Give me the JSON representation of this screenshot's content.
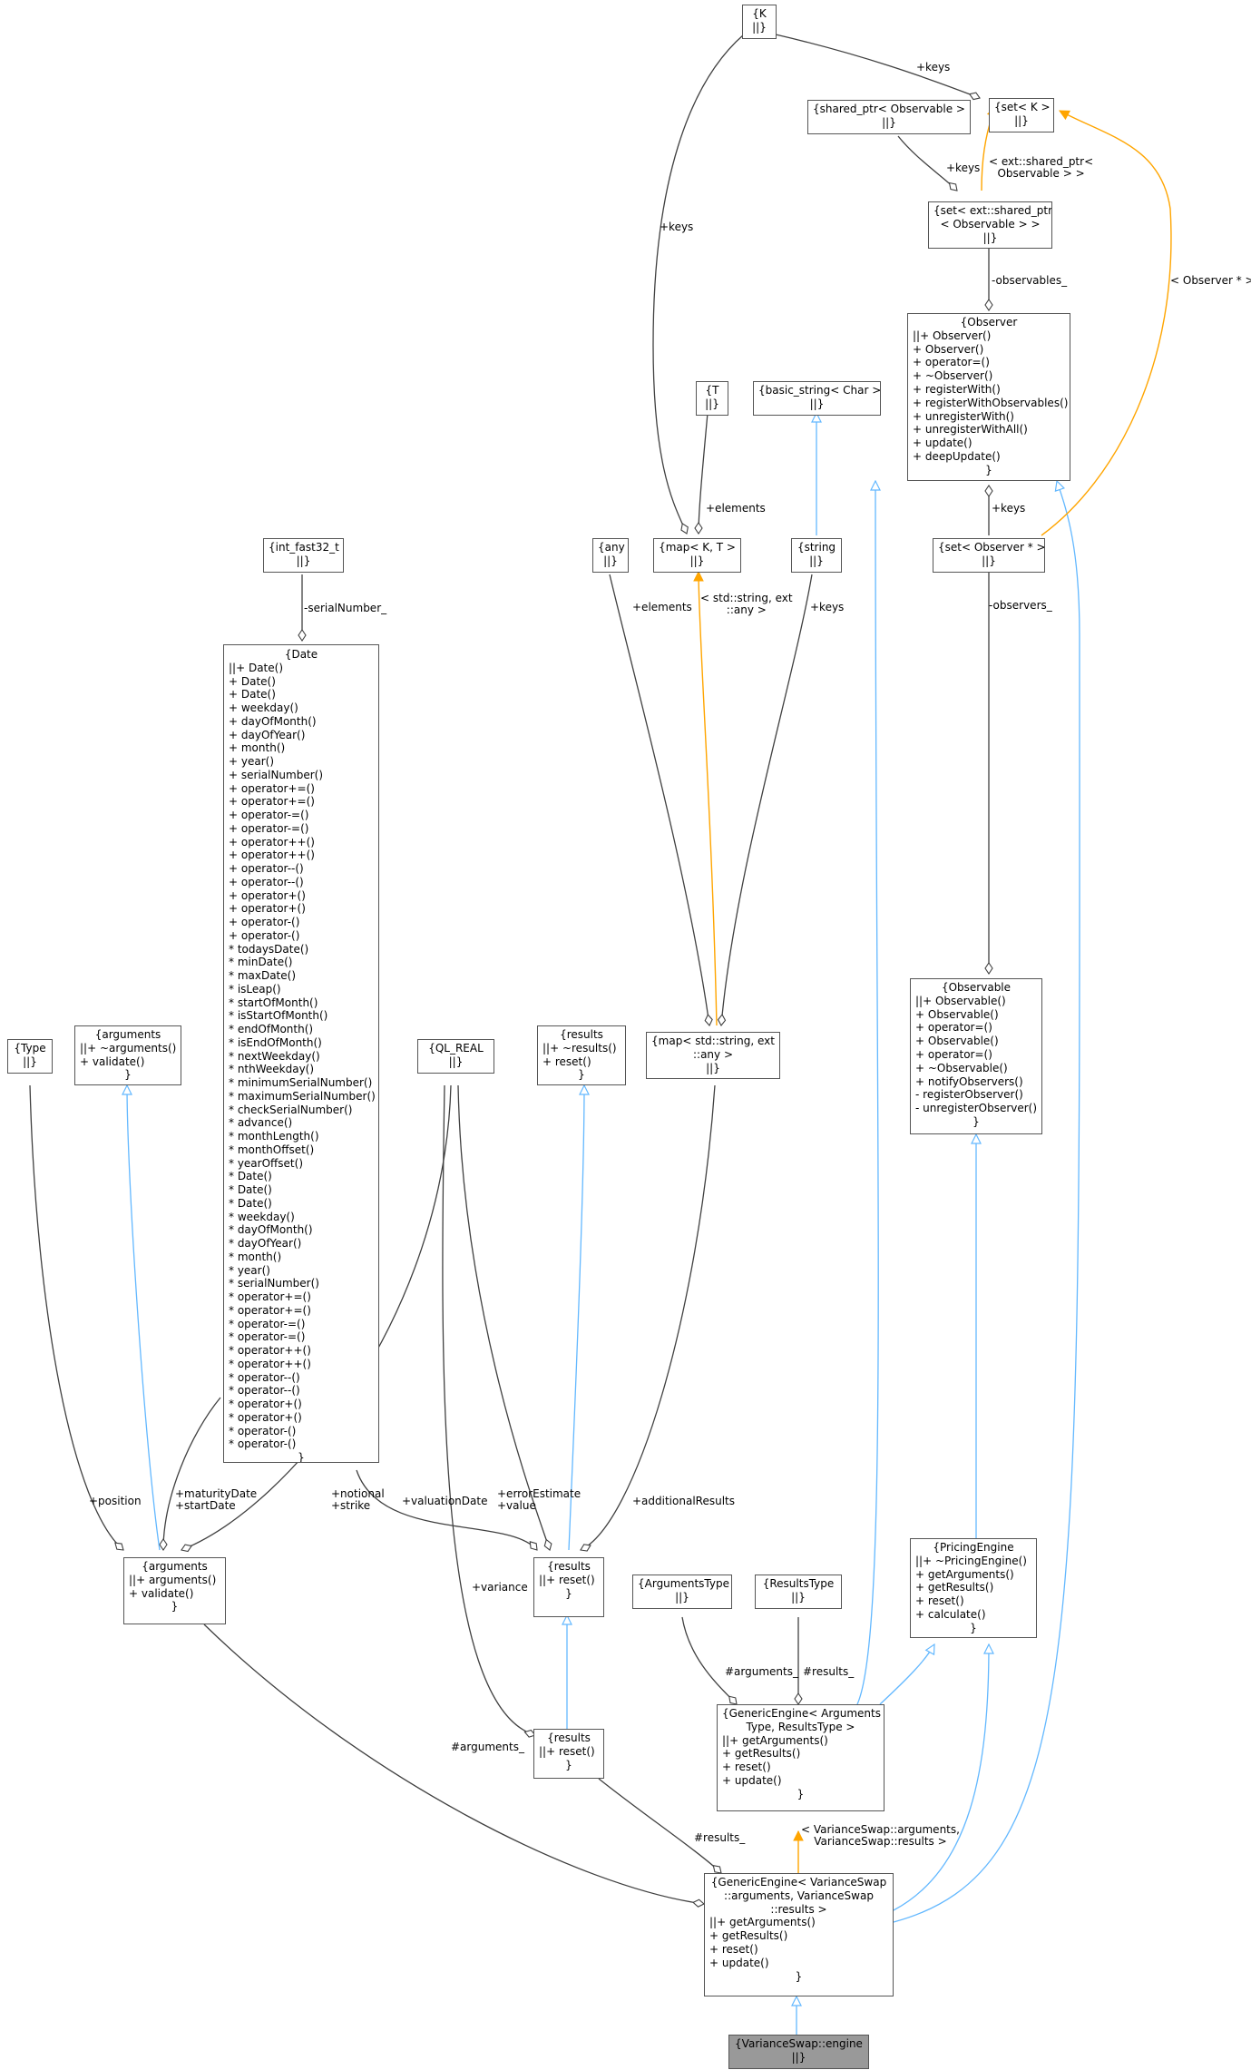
{
  "nodes": {
    "variance_swap_engine": {
      "title": [
        "{VarianceSwap::engine",
        "||}"
      ],
      "members": []
    },
    "generic_engine_vs": {
      "title": [
        "{GenericEngine< VarianceSwap",
        "::arguments, VarianceSwap",
        "::results >"
      ],
      "members": [
        "||+ getArguments()",
        "+ getResults()",
        "+ reset()",
        "+ update()"
      ],
      "end": "}"
    },
    "generic_engine": {
      "title": [
        "{GenericEngine< Arguments",
        "Type, ResultsType >"
      ],
      "members": [
        "||+ getArguments()",
        "+ getResults()",
        "+ reset()",
        "+ update()"
      ],
      "end": "}"
    },
    "arguments_type": {
      "title": [
        "{ArgumentsType",
        "||}"
      ],
      "members": []
    },
    "results_type": {
      "title": [
        "{ResultsType",
        "||}"
      ],
      "members": []
    },
    "pricing_engine": {
      "title": [
        "{PricingEngine"
      ],
      "members": [
        "||+ ~PricingEngine()",
        "+ getArguments()",
        "+ getResults()",
        "+ reset()",
        "+ calculate()"
      ],
      "end": "}"
    },
    "observable": {
      "title": [
        "{Observable"
      ],
      "members": [
        "||+ Observable()",
        "+ Observable()",
        "+ operator=()",
        "+ Observable()",
        "+ operator=()",
        "+ ~Observable()",
        "+ notifyObservers()",
        "- registerObserver()",
        "- unregisterObserver()"
      ],
      "end": "}"
    },
    "observer": {
      "title": [
        "{Observer"
      ],
      "members": [
        "||+ Observer()",
        "+ Observer()",
        "+ operator=()",
        "+ ~Observer()",
        "+ registerWith()",
        "+ registerWithObservables()",
        "+ unregisterWith()",
        "+ unregisterWithAll()",
        "+ update()",
        "+ deepUpdate()"
      ],
      "end": "}"
    },
    "set_observer_ptr": {
      "title": [
        "{set< Observer * >",
        "||}"
      ],
      "members": []
    },
    "set_ext_shared_ptr": {
      "title": [
        "{set< ext::shared_ptr",
        "< Observable > >",
        "||}"
      ],
      "members": []
    },
    "shared_ptr_observable": {
      "title": [
        "{shared_ptr< Observable >",
        "||}"
      ],
      "members": []
    },
    "set_k": {
      "title": [
        "{set< K >",
        "||}"
      ],
      "members": []
    },
    "k": {
      "title": [
        "{K",
        "||}"
      ],
      "members": []
    },
    "t": {
      "title": [
        "{T",
        "||}"
      ],
      "members": []
    },
    "map_k_t": {
      "title": [
        "{map< K, T >",
        "||}"
      ],
      "members": []
    },
    "basic_string": {
      "title": [
        "{basic_string< Char >",
        "||}"
      ],
      "members": []
    },
    "string": {
      "title": [
        "{string",
        "||}"
      ],
      "members": []
    },
    "any": {
      "title": [
        "{any",
        "||}"
      ],
      "members": []
    },
    "map_string_any": {
      "title": [
        "{map< std::string, ext",
        "::any >",
        "||}"
      ],
      "members": []
    },
    "results_base": {
      "title": [
        "{results"
      ],
      "members": [
        "||+ ~results()",
        "+ reset()"
      ],
      "end": "}"
    },
    "results_vs": {
      "title": [
        "{results"
      ],
      "members": [
        "||+ reset()"
      ],
      "end": "}"
    },
    "results_instr": {
      "title": [
        "{results"
      ],
      "members": [
        "||+ reset()"
      ],
      "end": "}"
    },
    "ql_real": {
      "title": [
        "{QL_REAL",
        "||}"
      ],
      "members": []
    },
    "arguments_base": {
      "title": [
        "{arguments"
      ],
      "members": [
        "||+ ~arguments()",
        "+ validate()"
      ],
      "end": "}"
    },
    "arguments_vs": {
      "title": [
        "{arguments"
      ],
      "members": [
        "||+ arguments()",
        "+ validate()"
      ],
      "end": "}"
    },
    "type": {
      "title": [
        "{Type",
        "||}"
      ],
      "members": []
    },
    "int_fast32_t": {
      "title": [
        "{int_fast32_t",
        "||}"
      ],
      "members": []
    },
    "date": {
      "title": [
        "{Date"
      ],
      "members": [
        "||+ Date()",
        "+ Date()",
        "+ Date()",
        "+ weekday()",
        "+ dayOfMonth()",
        "+ dayOfYear()",
        "+ month()",
        "+ year()",
        "+ serialNumber()",
        "+ operator+=()",
        "+ operator+=()",
        "+ operator-=()",
        "+ operator-=()",
        "+ operator++()",
        "+ operator++()",
        "+ operator--()",
        "+ operator--()",
        "+ operator+()",
        "+ operator+()",
        "+ operator-()",
        "+ operator-()",
        "* todaysDate()",
        "* minDate()",
        "* maxDate()",
        "* isLeap()",
        "* startOfMonth()",
        "* isStartOfMonth()",
        "* endOfMonth()",
        "* isEndOfMonth()",
        "* nextWeekday()",
        "* nthWeekday()",
        "* minimumSerialNumber()",
        "* maximumSerialNumber()",
        "* checkSerialNumber()",
        "* advance()",
        "* monthLength()",
        "* monthOffset()",
        "* yearOffset()",
        "* Date()",
        "* Date()",
        "* Date()",
        "* weekday()",
        "* dayOfMonth()",
        "* dayOfYear()",
        "* month()",
        "* year()",
        "* serialNumber()",
        "* operator+=()",
        "* operator+=()",
        "* operator-=()",
        "* operator-=()",
        "* operator++()",
        "* operator++()",
        "* operator--()",
        "* operator--()",
        "* operator+()",
        "* operator+()",
        "* operator-()",
        "* operator-()"
      ],
      "end": "}"
    }
  },
  "edge_labels": {
    "keys_set_k": "+keys",
    "keys_k_map": "+keys",
    "keys_shared_ptr": "+keys",
    "tmpl_ext_shared_ptr": [
      "< ext::shared_ptr<",
      "Observable > >"
    ],
    "tmpl_observer_ptr": "< Observer * >",
    "observables": "-observables_",
    "keys_observer": "+keys",
    "observers": "-observers_",
    "elements_t": "+elements",
    "elements_any": "+elements",
    "keys_string": "+keys",
    "tmpl_string_any": [
      "< std::string, ext",
      "::any >"
    ],
    "serial_number": "-serialNumber_",
    "position": "+position",
    "maturity_start": [
      "+maturityDate",
      "+startDate"
    ],
    "notional_strike": [
      "+notional",
      "+strike"
    ],
    "valuation_date": "+valuationDate",
    "error_value": [
      "+errorEstimate",
      "+value"
    ],
    "additional_results": "+additionalResults",
    "variance": "+variance",
    "arguments_member": "#arguments_",
    "results_member": "#results_",
    "arguments_generic": "#arguments_",
    "results_generic": "#results_",
    "tmpl_vs": [
      "< VarianceSwap::arguments,",
      "VarianceSwap::results >"
    ]
  },
  "colors": {
    "node_border": "#555555",
    "highlight_fill": "#999999",
    "composition_edge": "#404040",
    "inheritance_edge": "#63b8ff",
    "template_edge": "#ffa500"
  }
}
